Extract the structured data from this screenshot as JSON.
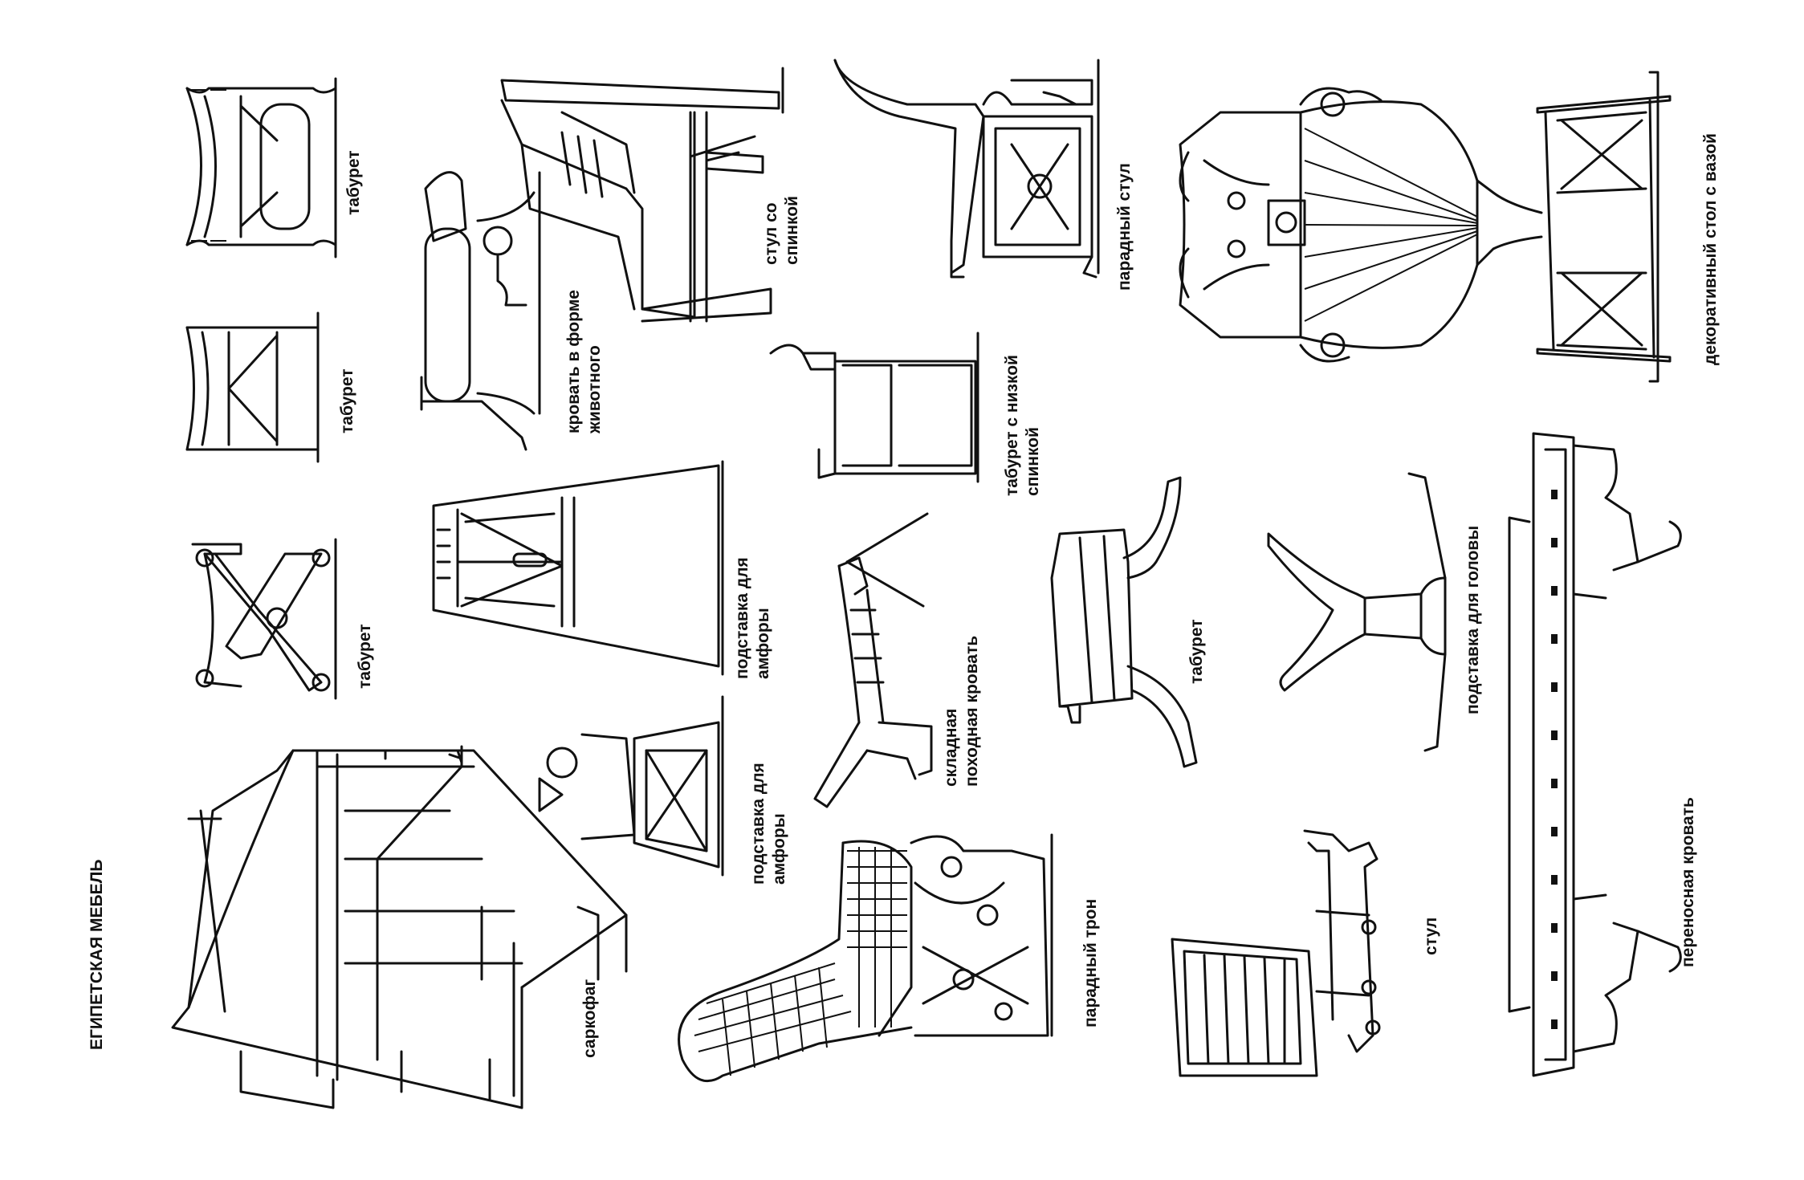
{
  "title": "ЕГИПЕТСКАЯ МЕБЕЛЬ",
  "items": [
    {
      "id": "stool-1",
      "lines": [
        "табурет"
      ]
    },
    {
      "id": "stool-2",
      "lines": [
        "табурет"
      ]
    },
    {
      "id": "stool-3",
      "lines": [
        "табурет"
      ]
    },
    {
      "id": "sarcophagus",
      "lines": [
        "саркофаг"
      ]
    },
    {
      "id": "animal-bed",
      "lines": [
        "кровать в форме",
        "животного"
      ]
    },
    {
      "id": "amphora-stand-1",
      "lines": [
        "подставка для",
        "амфоры"
      ]
    },
    {
      "id": "amphora-stand-2",
      "lines": [
        "подставка для",
        "амфоры"
      ]
    },
    {
      "id": "chair-with-back",
      "lines": [
        "стул со",
        "спинкой"
      ]
    },
    {
      "id": "low-back-stool",
      "lines": [
        "табурет с низкой",
        "спинкой"
      ]
    },
    {
      "id": "folding-bed",
      "lines": [
        "складная",
        "походная кровать"
      ]
    },
    {
      "id": "ceremonial-throne",
      "lines": [
        "парадный трон"
      ]
    },
    {
      "id": "ceremonial-chair",
      "lines": [
        "парадный стул"
      ]
    },
    {
      "id": "stool-4",
      "lines": [
        "табурет"
      ]
    },
    {
      "id": "headrest",
      "lines": [
        "подставка для головы"
      ]
    },
    {
      "id": "chair",
      "lines": [
        "стул"
      ]
    },
    {
      "id": "vase-table",
      "lines": [
        "декоративный стол с вазой"
      ]
    },
    {
      "id": "portable-bed",
      "lines": [
        "переносная кровать"
      ]
    }
  ]
}
